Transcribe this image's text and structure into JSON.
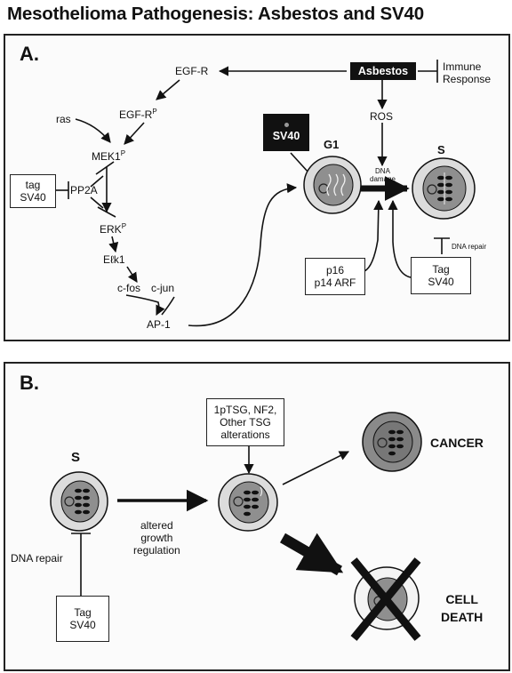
{
  "title": "Mesothelioma Pathogenesis: Asbestos and SV40",
  "panelA": {
    "label": "A.",
    "egfr": "EGF-R",
    "egfrp": "EGF-R",
    "sup_p": "P",
    "ras": "ras",
    "mek": "MEK1",
    "pp2a": "PP2A",
    "tag_box": [
      "tag",
      "SV40"
    ],
    "erk": "ERK",
    "elk": "Eℓk1",
    "cfos": "c-fos",
    "cjun": "c-jun",
    "ap1": "AP-1",
    "sv40_black": "SV40",
    "asbestos": "Asbestos",
    "immune": [
      "Immune",
      "Response"
    ],
    "ros": "ROS",
    "g1": "G1",
    "s": "S",
    "dna_damage": [
      "DNA",
      "damage"
    ],
    "dna_repair": "DNA repair",
    "p16_box": [
      "p16",
      "p14 ARF"
    ],
    "tag_box2": [
      "Tag",
      "SV40"
    ]
  },
  "panelB": {
    "label": "B.",
    "s": "S",
    "altered": [
      "altered",
      "growth",
      "regulation"
    ],
    "tsg_box": [
      "1pTSG, NF2,",
      "Other TSG",
      "alterations"
    ],
    "cancer": "CANCER",
    "cell_death": [
      "CELL",
      "DEATH"
    ],
    "dna_repair": "DNA repair",
    "tag_box": [
      "Tag",
      "SV40"
    ]
  }
}
